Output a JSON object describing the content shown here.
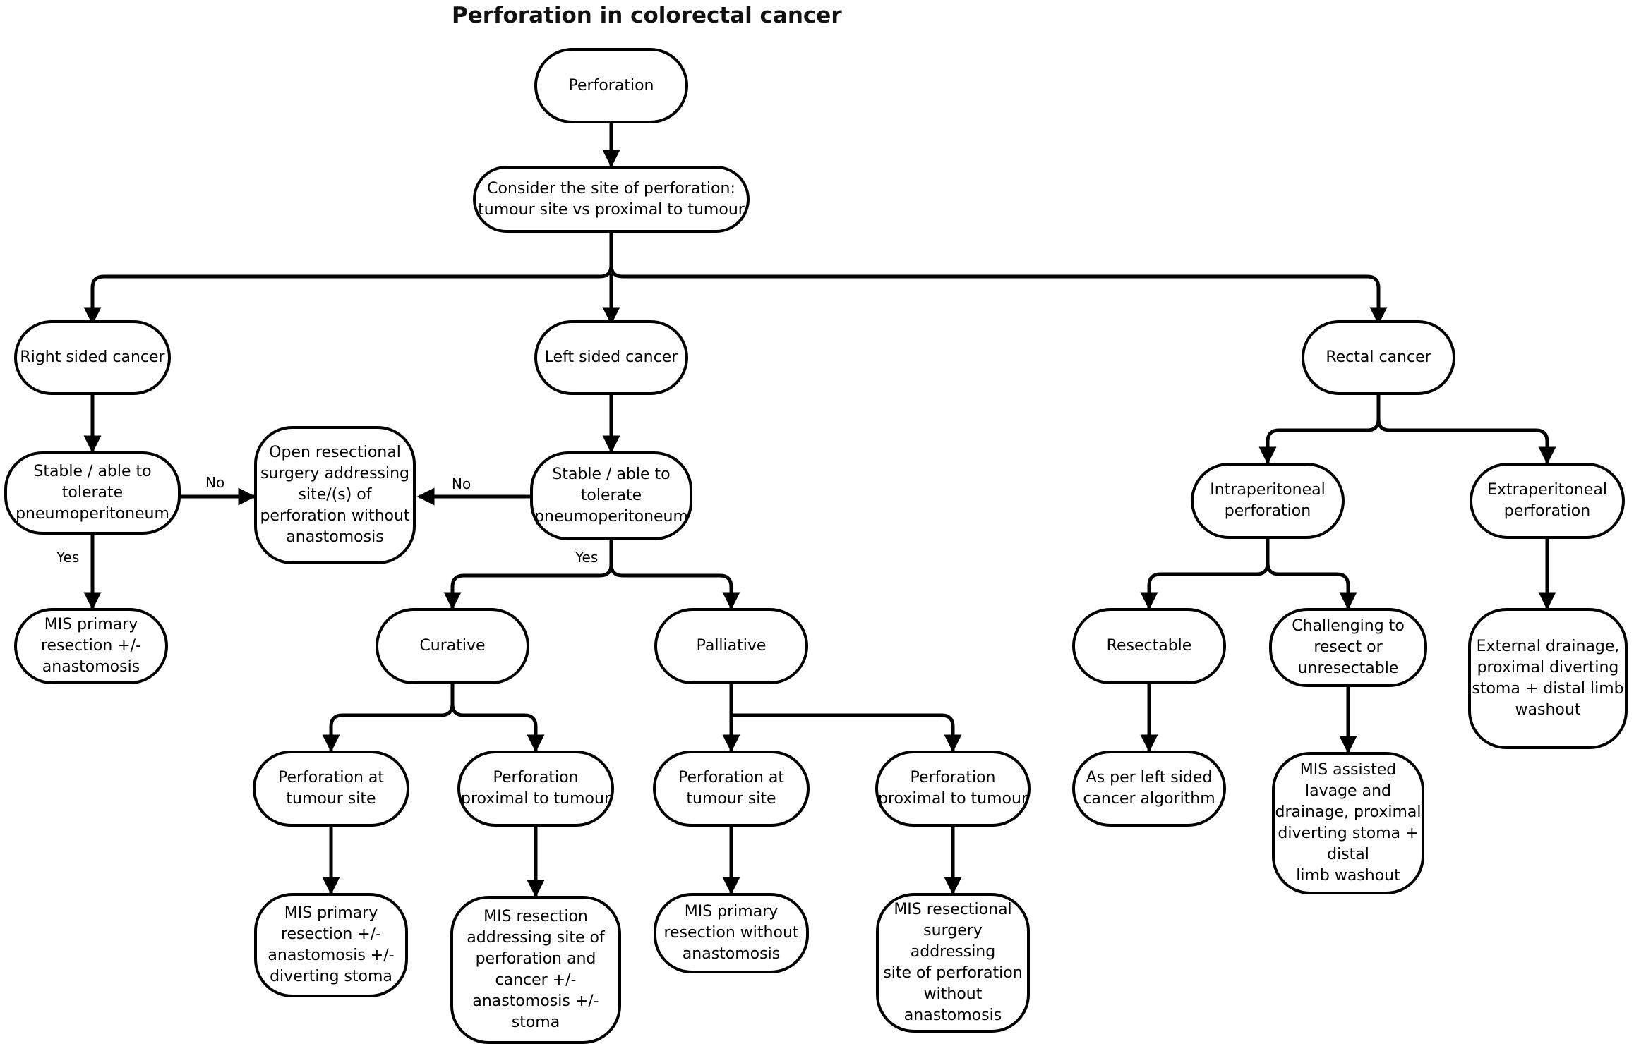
{
  "diagram": {
    "title": "Perforation in colorectal cancer",
    "nodes": {
      "perforation": "Perforation",
      "consider_site": "Consider the site of perforation:\ntumour site vs proximal to tumour",
      "right_sided": "Right sided cancer",
      "left_sided": "Left sided cancer",
      "rectal": "Rectal cancer",
      "stable_right": "Stable / able to\ntolerate\npneumoperitoneum",
      "open_resection": "Open resectional\nsurgery addressing\nsite/(s) of\nperforation without\nanastomosis",
      "stable_left": "Stable / able to\ntolerate\npneumoperitoneum",
      "mis_right": "MIS primary\nresection +/-\nanastomosis",
      "curative": "Curative",
      "palliative": "Palliative",
      "cur_tumour_site": "Perforation at\ntumour site",
      "cur_proximal": "Perforation\nproximal to tumour",
      "pal_tumour_site": "Perforation at\ntumour site",
      "pal_proximal": "Perforation\nproximal to tumour",
      "cur_tumour_outcome": "MIS primary\nresection +/-\nanastomosis +/-\ndiverting stoma",
      "cur_proximal_outcome": "MIS resection\naddressing site of\nperforation and\ncancer +/-\nanastomosis +/-\nstoma",
      "pal_tumour_outcome": "MIS primary\nresection without\nanastomosis",
      "pal_proximal_outcome": "MIS resectional\nsurgery addressing\nsite of perforation\nwithout\nanastomosis",
      "intraperitoneal": "Intraperitoneal\nperforation",
      "extraperitoneal": "Extraperitoneal\nperforation",
      "resectable": "Resectable",
      "challenging": "Challenging to\nresect or\nunresectable",
      "as_per_left": "As per left sided\ncancer algorithm",
      "mis_assisted": "MIS assisted\nlavage and\ndrainage, proximal\ndiverting stoma +\ndistal\nlimb washout",
      "external_drainage": "External drainage,\nproximal diverting\nstoma + distal limb\nwashout"
    },
    "edge_labels": {
      "right_no": "No",
      "right_yes": "Yes",
      "left_no": "No",
      "left_yes": "Yes"
    }
  }
}
